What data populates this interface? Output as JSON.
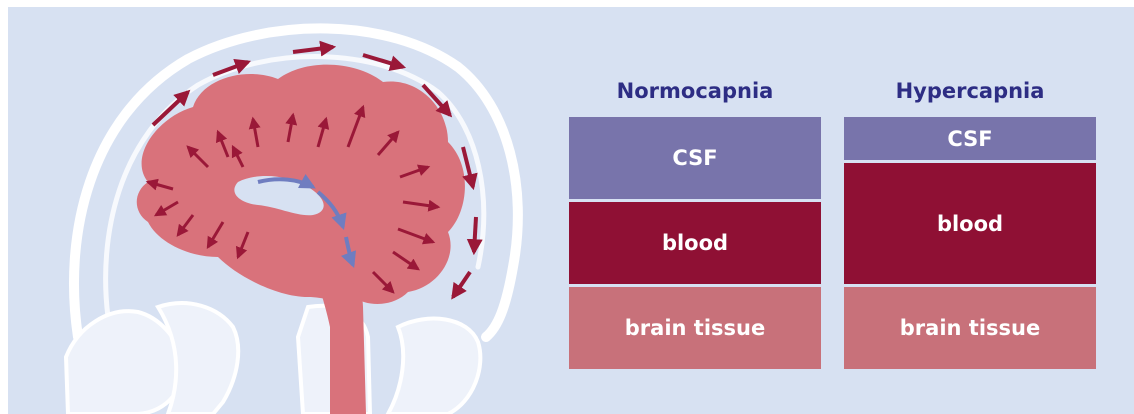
{
  "columns": [
    {
      "title": "Normocapnia",
      "layers": {
        "csf": "CSF",
        "blood": "blood",
        "tissue": "brain tissue"
      }
    },
    {
      "title": "Hypercapnia",
      "layers": {
        "csf": "CSF",
        "blood": "blood",
        "tissue": "brain tissue"
      }
    }
  ],
  "colors": {
    "background": "#d7e1f2",
    "title": "#2d2d84",
    "csf": "#7874ab",
    "blood": "#8f1034",
    "tissue": "#c8717a",
    "brain": "#d9727b",
    "arrow_red": "#9a1838",
    "arrow_blue": "#6f7dc0"
  }
}
